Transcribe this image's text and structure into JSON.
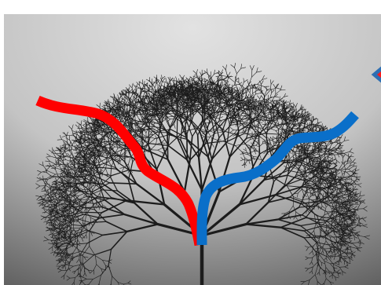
{
  "colors": {
    "backdrop_light": "#e2e2e2",
    "backdrop_dark": "#3e3e3e",
    "branch": "#1c1c1c",
    "left_path": "#ff0000",
    "right_path": "#0a6fc9",
    "badge_fill": "#ff1a1a",
    "badge_outline": "#2e6fb3"
  },
  "figure": {
    "subject": "fractal-tree",
    "highlighted_paths": [
      "left-path-red",
      "right-path-blue"
    ],
    "partial_badge": "cropped-arrow-badge-top-right"
  }
}
